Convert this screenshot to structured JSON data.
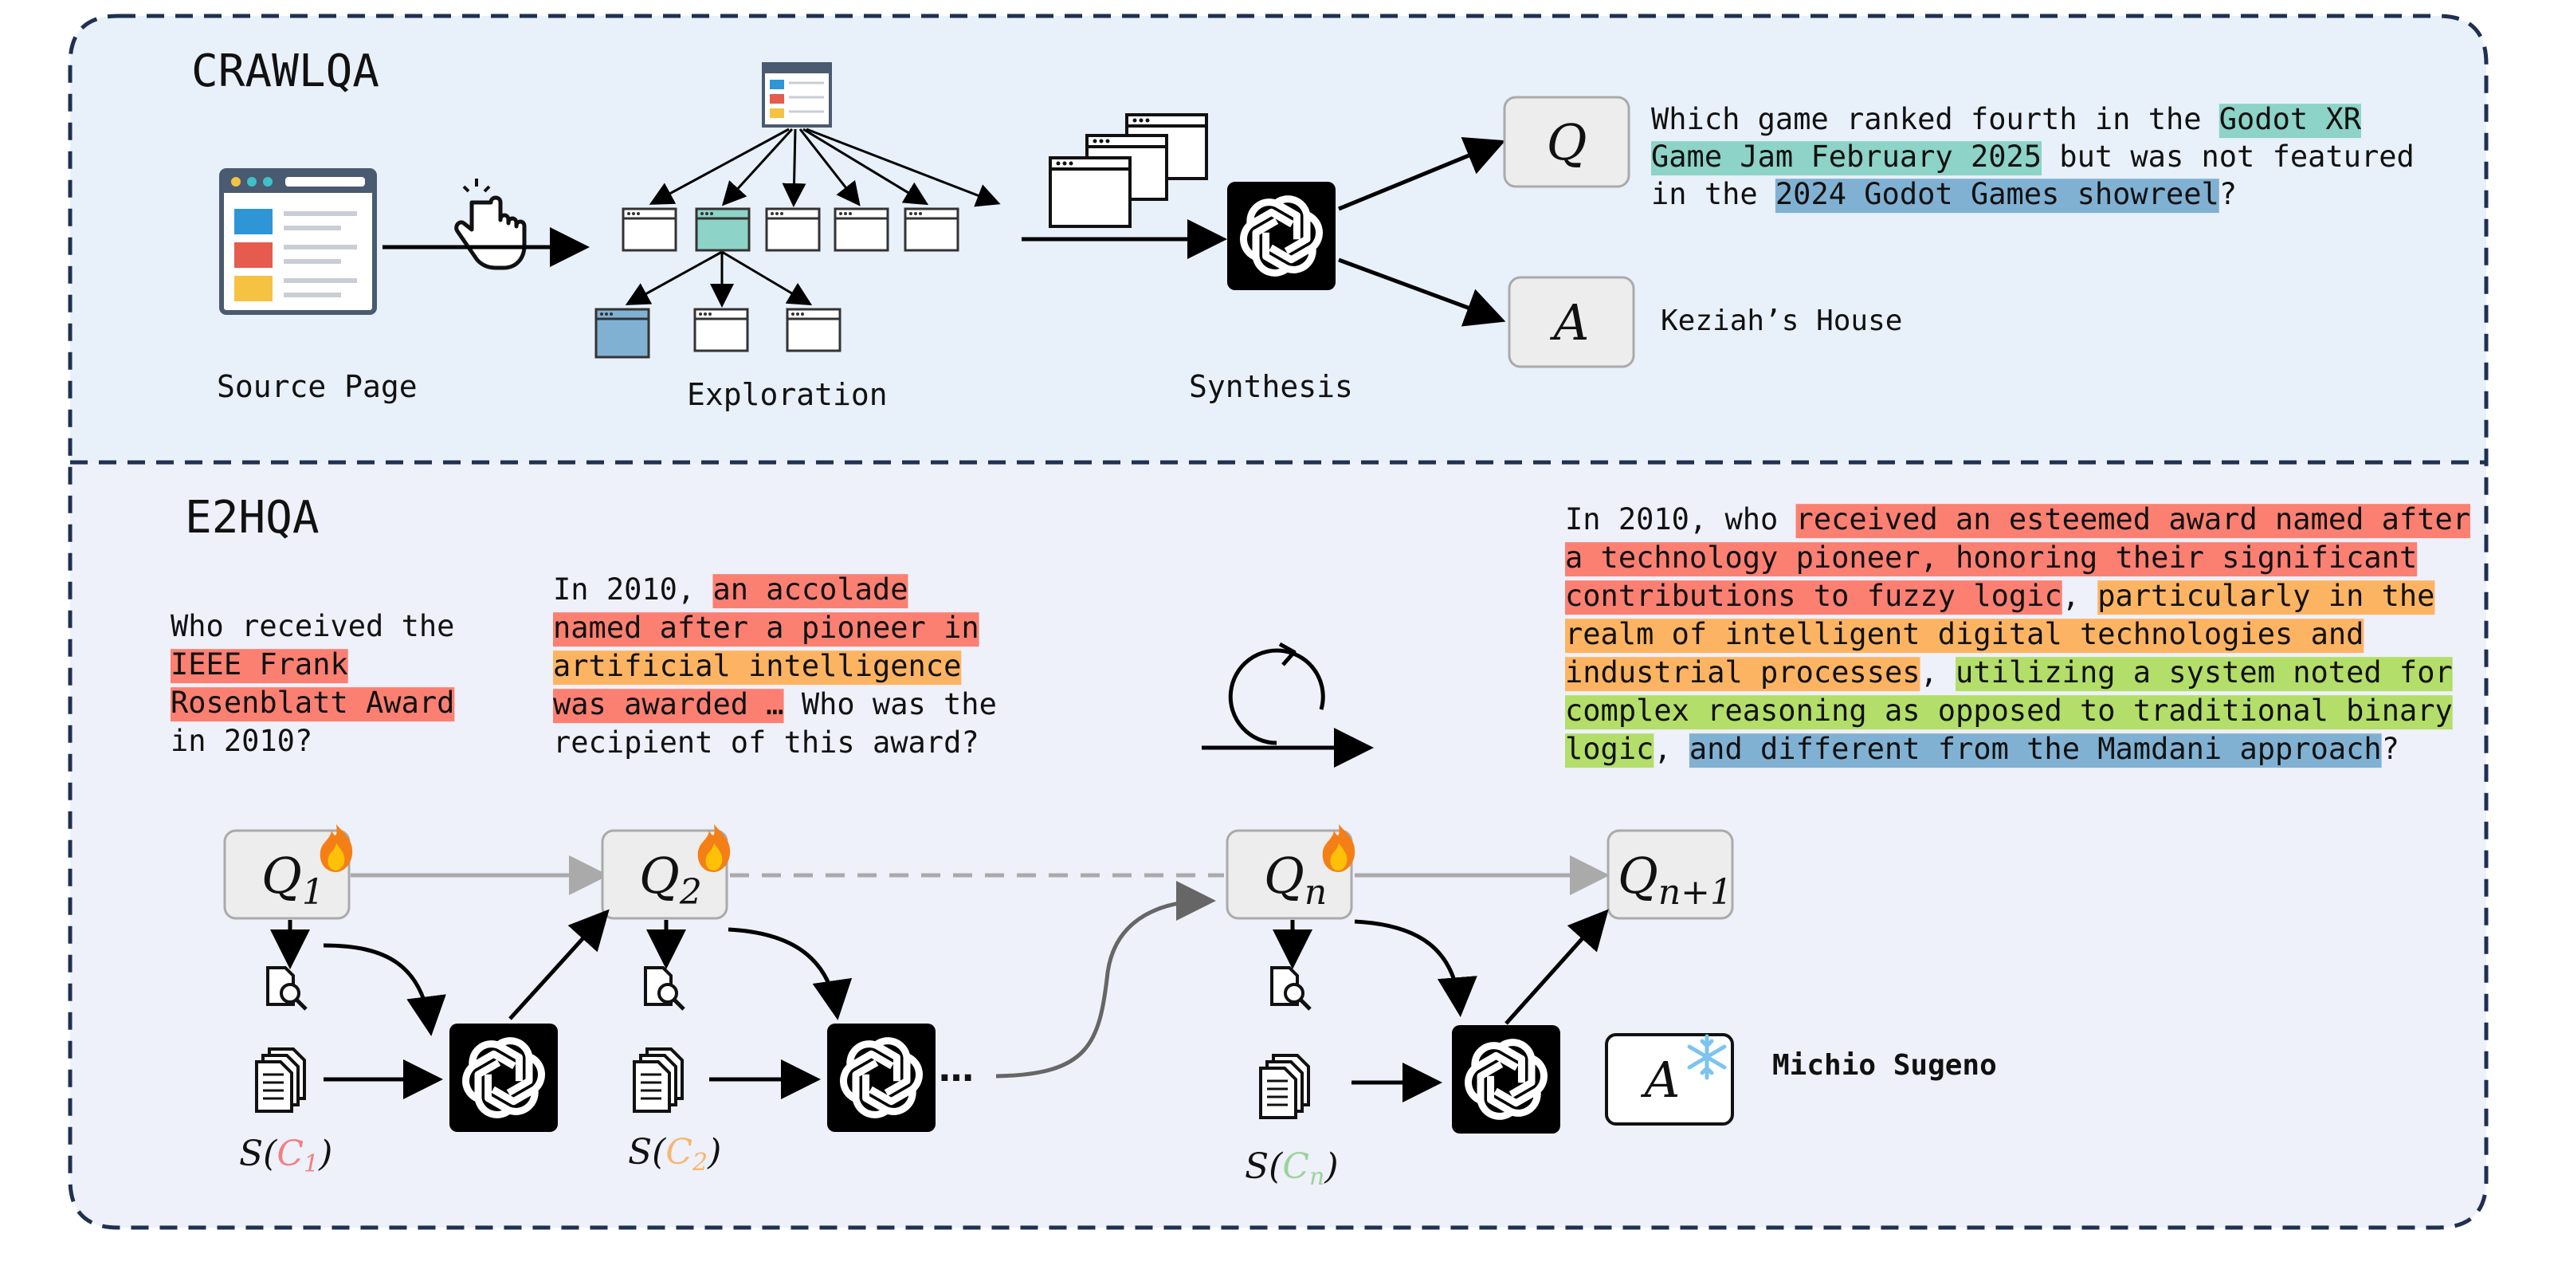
{
  "crawlqa": {
    "title": "CRAWLQA",
    "source_label": "Source Page",
    "exploration_label": "Exploration",
    "synthesis_label": "Synthesis",
    "q_letter": "Q",
    "a_letter": "A",
    "question_lines": [
      [
        {
          "t": "Which game ranked fourth in the ",
          "c": ""
        },
        {
          "t": "Godot XR",
          "c": "#8dd3c7"
        }
      ],
      [
        {
          "t": "Game Jam February 2025",
          "c": "#8dd3c7"
        },
        {
          "t": " but was not featured",
          "c": ""
        }
      ],
      [
        {
          "t": "in the ",
          "c": ""
        },
        {
          "t": "2024 Godot Games showreel",
          "c": "#80b1d3"
        },
        {
          "t": "?",
          "c": ""
        }
      ]
    ],
    "answer": "Keziah’s House"
  },
  "e2hqa": {
    "title": "E2HQA",
    "q1_text_lines": [
      [
        {
          "t": "Who received the",
          "c": ""
        }
      ],
      [
        {
          "t": "IEEE Frank",
          "c": "#fb8072"
        }
      ],
      [
        {
          "t": "Rosenblatt Award",
          "c": "#fb8072"
        }
      ],
      [
        {
          "t": "in 2010?",
          "c": ""
        }
      ]
    ],
    "q2_text_lines": [
      [
        {
          "t": "In 2010, ",
          "c": ""
        },
        {
          "t": "an accolade",
          "c": "#fb8072"
        }
      ],
      [
        {
          "t": "named after a pioneer in",
          "c": "#fb8072"
        }
      ],
      [
        {
          "t": "artificial intelligence",
          "c": "#fdb462"
        }
      ],
      [
        {
          "t": "was awarded …",
          "c": "#fb8072"
        },
        {
          "t": " Who was the",
          "c": ""
        }
      ],
      [
        {
          "t": "recipient of this award?",
          "c": ""
        }
      ]
    ],
    "final_text_lines": [
      [
        {
          "t": "In 2010, who ",
          "c": ""
        },
        {
          "t": "received an esteemed award named after",
          "c": "#fb8072"
        }
      ],
      [
        {
          "t": "a technology pioneer, honoring their significant",
          "c": "#fb8072"
        }
      ],
      [
        {
          "t": "contributions to fuzzy logic",
          "c": "#fb8072"
        },
        {
          "t": ", ",
          "c": ""
        },
        {
          "t": "particularly in the",
          "c": "#fdb462"
        }
      ],
      [
        {
          "t": "realm of intelligent digital technologies and",
          "c": "#fdb462"
        }
      ],
      [
        {
          "t": "industrial processes",
          "c": "#fdb462"
        },
        {
          "t": ", ",
          "c": ""
        },
        {
          "t": "utilizing a system noted for",
          "c": "#b3de69"
        }
      ],
      [
        {
          "t": "complex reasoning as opposed to traditional binary",
          "c": "#b3de69"
        }
      ],
      [
        {
          "t": "logic",
          "c": "#b3de69"
        },
        {
          "t": ", ",
          "c": ""
        },
        {
          "t": "and different from the Mamdani approach",
          "c": "#80b1d3"
        },
        {
          "t": "?",
          "c": ""
        }
      ]
    ],
    "nodes": [
      {
        "letter": "Q",
        "sub": "1",
        "s_label": "S(",
        "c_label": "C",
        "c_sub": "1",
        "c_color": "#f08080"
      },
      {
        "letter": "Q",
        "sub": "2",
        "s_label": "S(",
        "c_label": "C",
        "c_sub": "2",
        "c_color": "#f5b770"
      },
      {
        "letter": "Q",
        "sub": "n",
        "s_label": "S(",
        "c_label": "C",
        "c_sub": "n",
        "c_color": "#9bd39b"
      }
    ],
    "final_node": {
      "letter": "Q",
      "sub": "n+1"
    },
    "ellipsis": "…",
    "answer_letter": "A",
    "answer": "Michio Sugeno"
  },
  "colors": {
    "top_panel_bg": "#e8f0fa",
    "bottom_panel_bg": "#eef0fa",
    "border": "#1f3050",
    "teal": "#8dd3c7",
    "blue": "#80b1d3",
    "red": "#fb8072",
    "orange": "#fdb462",
    "green": "#b3de69"
  },
  "icons": [
    "web-page-icon",
    "pointer-click-icon",
    "site-tree-icon",
    "browser-stack-icon",
    "openai-logo-icon",
    "fire-icon",
    "snowflake-icon",
    "search-document-icon",
    "documents-icon",
    "cycle-arrow-icon"
  ]
}
